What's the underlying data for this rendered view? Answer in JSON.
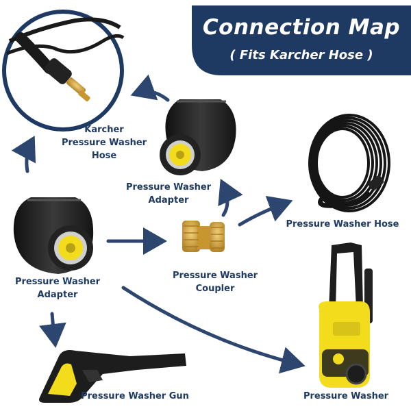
{
  "header": {
    "title": "Connection Map",
    "subtitle": "( Fits Karcher Hose )"
  },
  "labels": {
    "karcher_hose": "Karcher\nPressure Washer\nHose",
    "adapter_top": "Pressure Washer\nAdapter",
    "adapter_left": "Pressure Washer\nAdapter",
    "coupler": "Pressure Washer\nCoupler",
    "hose": "Pressure Washer Hose",
    "gun": "Pressure Washer Gun",
    "washer": "Pressure Washer"
  },
  "colors": {
    "navy": "#1f3a62",
    "arrow": "#2c4670",
    "yellow": "#f2dc1c",
    "brass": "#d4a437",
    "black": "#1b1b1b"
  },
  "icons": [
    "hose-end-icon",
    "adapter-icon",
    "coupler-icon",
    "hose-coil-icon",
    "spray-gun-icon",
    "pressure-washer-icon"
  ]
}
